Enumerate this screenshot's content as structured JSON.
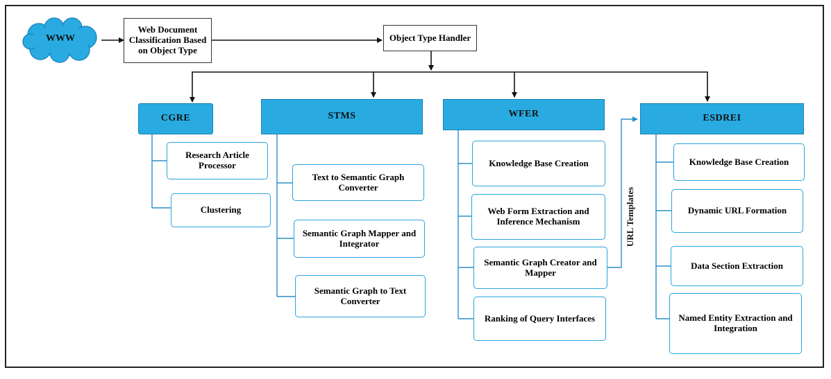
{
  "www": "WWW",
  "classification": "Web Document Classification Based on Object Type",
  "handler": "Object Type Handler",
  "edge_label": "URL Templates",
  "modules": [
    {
      "title": "CGRE",
      "items": [
        "Research Article Processor",
        "Clustering"
      ]
    },
    {
      "title": "STMS",
      "items": [
        "Text to Semantic Graph Converter",
        "Semantic Graph Mapper and Integrator",
        "Semantic Graph to Text Converter"
      ]
    },
    {
      "title": "WFER",
      "items": [
        "Knowledge Base Creation",
        "Web Form Extraction and Inference Mechanism",
        "Semantic Graph Creator and Mapper",
        "Ranking of Query Interfaces"
      ]
    },
    {
      "title": "ESDREI",
      "items": [
        "Knowledge Base Creation",
        "Dynamic URL Formation",
        "Data Section Extraction",
        "Named Entity Extraction and Integration"
      ]
    }
  ],
  "colors": {
    "header_fill": "#29abe2",
    "item_border": "#29a3dc",
    "cloud_fill": "#29abe2"
  }
}
